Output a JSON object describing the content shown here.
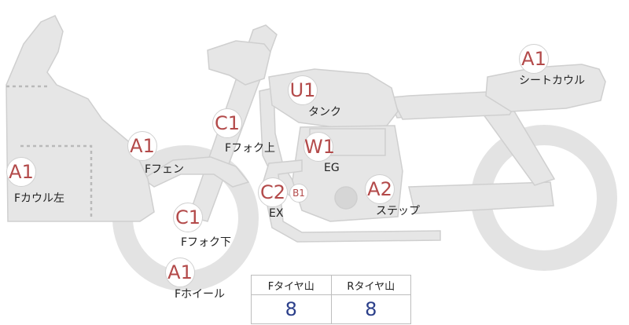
{
  "parts": [
    {
      "id": "cowl-left",
      "code": "A1",
      "label": "Fカウル左"
    },
    {
      "id": "fender",
      "code": "A1",
      "label": "Fフェン"
    },
    {
      "id": "fork-upper",
      "code": "C1",
      "label": "Fフォク上"
    },
    {
      "id": "fork-lower",
      "code": "C1",
      "label": "Fフォク下"
    },
    {
      "id": "wheel",
      "code": "A1",
      "label": "Fホイール"
    },
    {
      "id": "tank",
      "code": "U1",
      "label": "タンク"
    },
    {
      "id": "engine",
      "code": "W1",
      "label": "EG"
    },
    {
      "id": "exhaust",
      "code": "C2",
      "label": "EX"
    },
    {
      "id": "exhaust-sub",
      "code": "B1",
      "label": ""
    },
    {
      "id": "step",
      "code": "A2",
      "label": "ステップ"
    },
    {
      "id": "seat-cowl",
      "code": "A1",
      "label": "シートカウル"
    }
  ],
  "tire_table": {
    "front_header": "Fタイヤ山",
    "rear_header": "Rタイヤ山",
    "front_value": "8",
    "rear_value": "8"
  },
  "colors": {
    "part_fill": "#e6e6e6",
    "part_stroke": "#cfcfcf",
    "code_text": "#b34a4a",
    "value_text": "#2b3f8a"
  }
}
